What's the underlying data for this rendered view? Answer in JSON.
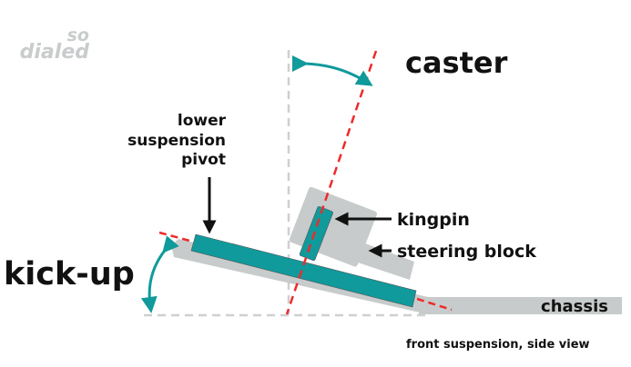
{
  "logo": {
    "line1": "so",
    "line2": "dialed"
  },
  "labels": {
    "caster": "caster",
    "kick_up": "kick-up",
    "lower_pivot": [
      "lower",
      "suspension",
      "pivot"
    ],
    "kingpin": "kingpin",
    "steering_block": "steering block",
    "chassis": "chassis",
    "caption": "front suspension, side view"
  },
  "colors": {
    "teal": "#109a9c",
    "grey_part": "#c8cbcb",
    "axis_red": "#ee2b2b",
    "reference_grey": "#cfcfcf",
    "text": "#111111",
    "logo": "#c9cccc"
  }
}
